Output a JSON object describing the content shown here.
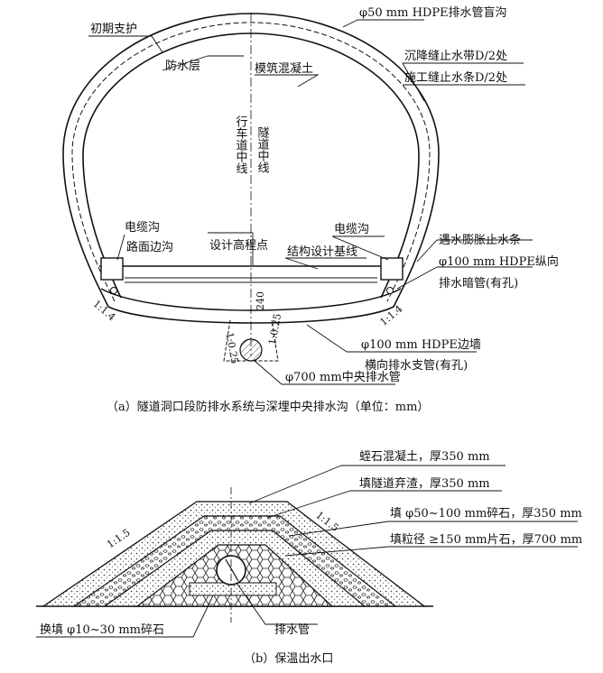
{
  "diagram_a": {
    "labels": {
      "initial_support": "初期支护",
      "drain_pipe": "φ50 mm HDPE排水管盲沟",
      "waterproof_layer": "防水层",
      "lining": "模筑混凝土",
      "settlement_joint": "沉降缝止水带D/2处",
      "construction_joint": "施工缝止水条D/2处",
      "lane_center": "行车道中线",
      "tunnel_center": "隧道中线",
      "cable_trench_left": "电缆沟",
      "road_ditch": "路面边沟",
      "design_elevation": "设计高程点",
      "cable_trench_right": "电缆沟",
      "structure_baseline": "结构设计基线",
      "water_swell_strip": "遇水膨胀止水条",
      "longitudinal_pipe_1": "φ100 mm HDPE纵向",
      "longitudinal_pipe_2": "排水暗管(有孔)",
      "dim_240": "240",
      "slope_left": "1:1.4",
      "slope_right": "1:1.4",
      "slope_ditch_left": "1:0.25",
      "slope_ditch_right": "1:0.25",
      "side_pipe_1": "φ100 mm HDPE边墙",
      "side_pipe_2": "横向排水支管(有孔)",
      "central_ditch": "φ700 mm中央排水管"
    },
    "caption": "（a）隧道洞口段防排水系统与深埋中央排水沟（单位：mm）"
  },
  "diagram_b": {
    "labels": {
      "pebble_concrete": "蛭石混凝土，厚350 mm",
      "tunnel_ballast": "填隧道弃渣，厚350 mm",
      "gravel_fill": "填 φ50~100 mm碎石，厚350 mm",
      "rubble_fill": "填粒径 ≥150 mm片石，厚700 mm",
      "slope_left": "1:1.5",
      "slope_right": "1:1.5",
      "replace_fill": "换填 φ10~30 mm碎石",
      "drain_pipe": "排水管"
    },
    "caption": "（b）保温出水口"
  }
}
